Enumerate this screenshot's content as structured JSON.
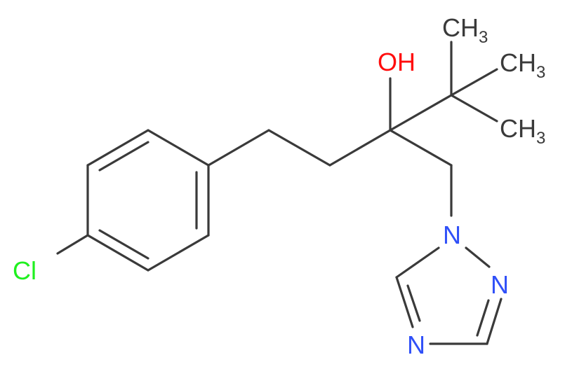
{
  "colors": {
    "bond": "#3a3a3a",
    "carbon": "#3a3a3a",
    "oxygen": "#ff0d0d",
    "nitrogen": "#3050f8",
    "chlorine": "#1ff01f"
  },
  "atoms": {
    "chlorine": "Cl",
    "hydroxyl": "OH",
    "methyl_main": "CH",
    "methyl_sub": "3",
    "nitrogen": "N"
  }
}
